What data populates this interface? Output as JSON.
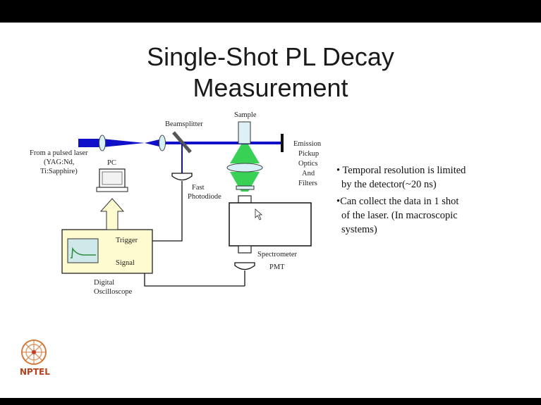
{
  "slide": {
    "title_line1": "Single-Shot PL Decay",
    "title_line2": "Measurement"
  },
  "diagram": {
    "labels": {
      "laser_line1": "From a pulsed laser",
      "laser_line2": "(YAG:Nd,",
      "laser_line3": "Ti:Sapphire)",
      "pc": "PC",
      "beamsplitter": "Beamsplitter",
      "sample": "Sample",
      "emission_line1": "Emission",
      "emission_line2": "Pickup",
      "emission_line3": "Optics",
      "emission_line4": "And",
      "emission_line5": "Filters",
      "fast_line1": "Fast",
      "fast_line2": "Photodiode",
      "trigger": "Trigger",
      "signal": "Signal",
      "osc_line1": "Digital",
      "osc_line2": "Oscilloscope",
      "spectrometer": "Spectrometer",
      "pmt": "PMT"
    },
    "colors": {
      "laser_beam": "#1010c8",
      "emission": "#22cc44",
      "oscilloscope_body": "#fffbd0",
      "screen": "#cfe8ea",
      "trace": "#2a8a3a"
    }
  },
  "bullets": {
    "b1_line1": "• Temporal resolution is limited",
    "b1_line2": "by the detector(~20 ns)",
    "b2_line1": "•Can collect the data in 1 shot",
    "b2_line2": "of the laser. (In macroscopic",
    "b2_line3": "systems)"
  },
  "logo": {
    "text": "NPTEL"
  }
}
